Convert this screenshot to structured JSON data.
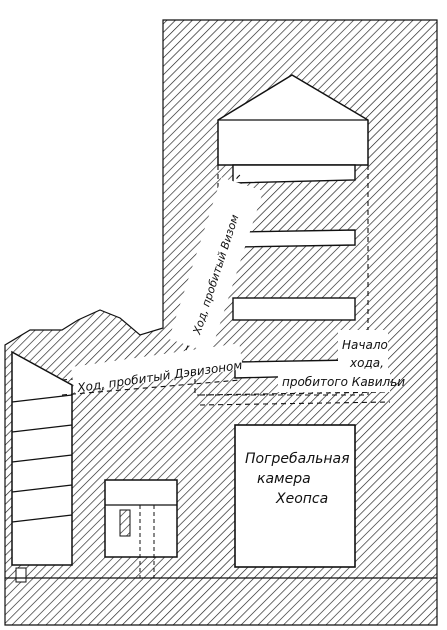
{
  "labels": {
    "burial_chamber": [
      "Погребальная",
      "камера",
      "Хеопса"
    ],
    "davison_passage": "Ход, пробитый Дэвизоном",
    "vyse_passage": "Ход, пробитый Визом",
    "caviglia_start": [
      "Начало",
      "хода,"
    ],
    "caviglia_passage": "пробитого Кавильи"
  }
}
